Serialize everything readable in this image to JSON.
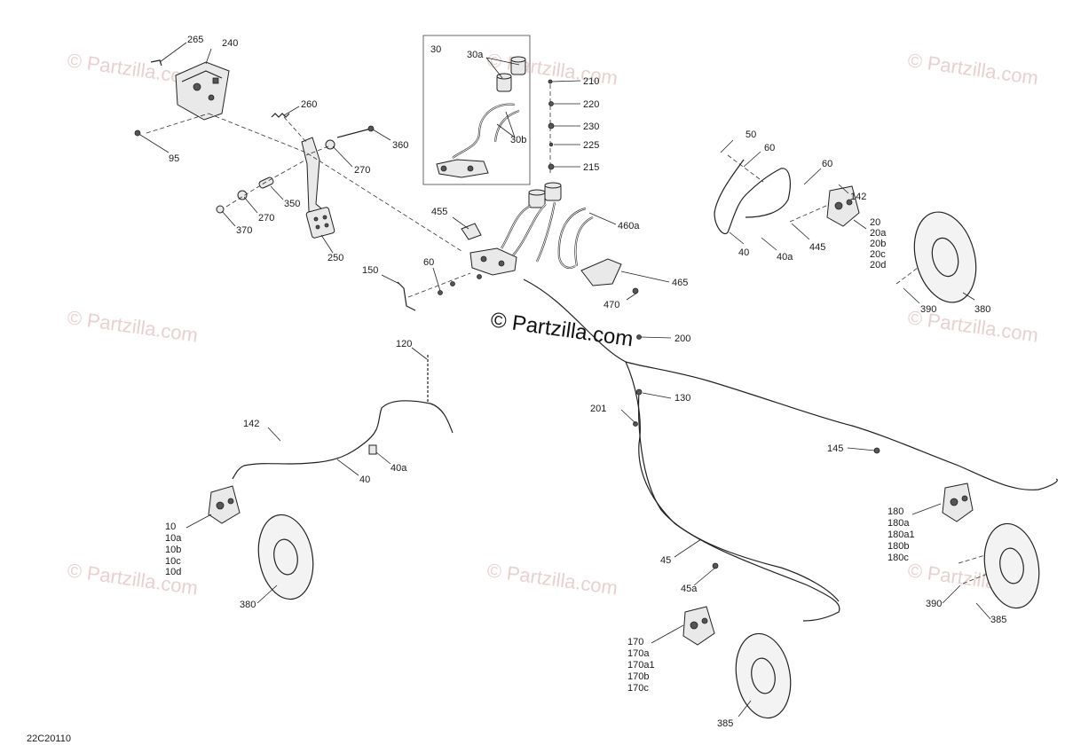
{
  "watermark": "© Partzilla.com",
  "center_watermark": "© Partzilla.com",
  "diagram_code": "22C20110",
  "callouts": {
    "c265": "265",
    "c240": "240",
    "c260": "260",
    "c95": "95",
    "c360": "360",
    "c270a": "270",
    "c270b": "270",
    "c350": "350",
    "c370": "370",
    "c250": "250",
    "c30": "30",
    "c30a": "30a",
    "c30b": "30b",
    "c210": "210",
    "c220": "220",
    "c230": "230",
    "c225": "225",
    "c215": "215",
    "c455": "455",
    "c460a": "460a",
    "c465": "465",
    "c470": "470",
    "c150": "150",
    "c60a": "60",
    "c60b": "60",
    "c60c": "60",
    "c50": "50",
    "c142a": "142",
    "c142b": "142",
    "c20": "20",
    "c20a": "20a",
    "c20b": "20b",
    "c20c": "20c",
    "c20d": "20d",
    "c445": "445",
    "c40a": "40",
    "c40a_b": "40a",
    "c40b": "40",
    "c40a_c": "40a",
    "c390a": "390",
    "c390b": "390",
    "c380a": "380",
    "c380b": "380",
    "c200": "200",
    "c130": "130",
    "c201": "201",
    "c120": "120",
    "c145": "145",
    "c10": "10",
    "c10a": "10a",
    "c10b": "10b",
    "c10c": "10c",
    "c10d": "10d",
    "c180": "180",
    "c180a": "180a",
    "c180a1": "180a1",
    "c180b": "180b",
    "c180c": "180c",
    "c45": "45",
    "c45a": "45a",
    "c170": "170",
    "c170a": "170a",
    "c170a1": "170a1",
    "c170b": "170b",
    "c170c": "170c",
    "c385a": "385",
    "c385b": "385"
  }
}
